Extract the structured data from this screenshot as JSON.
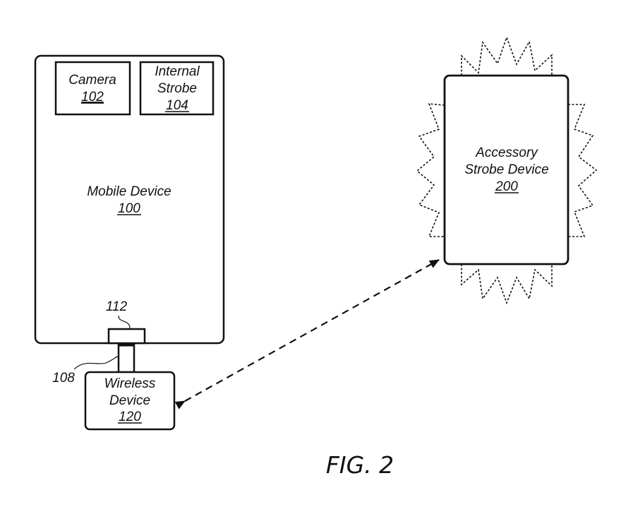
{
  "figure_label": "FIG. 2",
  "mobile_device": {
    "name": "Mobile Device",
    "ref": "100"
  },
  "camera": {
    "name": "Camera",
    "ref": "102"
  },
  "internal_strobe": {
    "line1": "Internal",
    "line2": "Strobe",
    "ref": "104"
  },
  "connector": {
    "ref": "112"
  },
  "link": {
    "ref": "108"
  },
  "wireless_device": {
    "line1": "Wireless",
    "line2": "Device",
    "ref": "120"
  },
  "accessory_strobe": {
    "line1": "Accessory",
    "line2": "Strobe Device",
    "ref": "200"
  },
  "colors": {
    "stroke": "#111111",
    "background": "#ffffff"
  }
}
